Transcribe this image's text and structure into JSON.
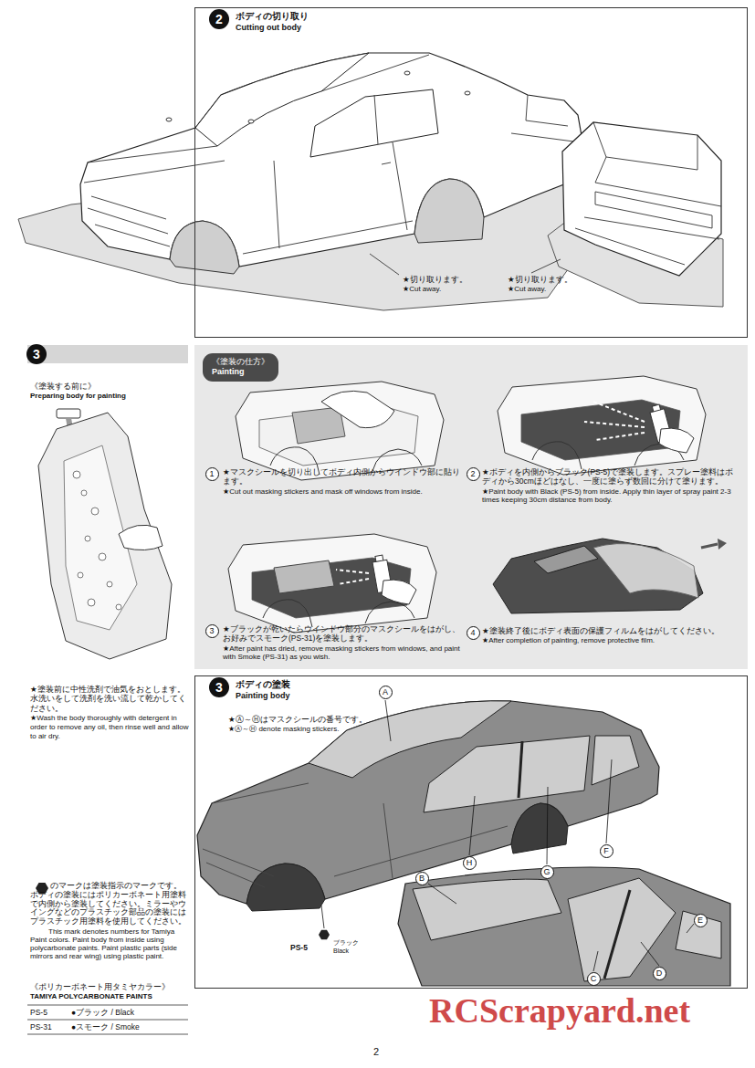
{
  "diagram": {
    "nodes": [
      {
        "text": [
          "ボディの切り取り",
          "Cutting out body"
        ]
      },
      {
        "text": [
          "2"
        ],
        "in": 0
      },
      {
        "text": [
          "3"
        ]
      },
      {
        "text": [
          "《塗装の仕方》",
          "Painting"
        ]
      },
      {
        "text": [
          "1"
        ]
      },
      {
        "text": [
          "2"
        ]
      },
      {
        "text": [
          "3"
        ]
      },
      {
        "text": [
          "4"
        ]
      },
      {
        "text": [
          "ボディの塗装",
          "Painting body"
        ]
      },
      {
        "text": [
          "3"
        ],
        "in": 8
      },
      {
        "text": [
          "A"
        ],
        "in": 8
      },
      {
        "text": [
          "H"
        ],
        "in": 8
      },
      {
        "text": [
          "G"
        ],
        "in": 8
      },
      {
        "text": [
          "F"
        ],
        "in": 8
      },
      {
        "text": [
          "B"
        ],
        "in": 8
      },
      {
        "text": [
          "C"
        ],
        "in": 8
      },
      {
        "text": [
          "D"
        ],
        "in": 8
      },
      {
        "text": [
          "E"
        ],
        "in": 8
      }
    ],
    "labels": [
      "★切り取ります。",
      "★Cut away.",
      "★切り取ります。",
      "★Cut away.",
      "《塗装する前に》",
      "Preparing body for painting",
      "★マスクシールを切り出してボディ内側からウインドウ部に貼ります。",
      "★Cut out masking stickers and mask off windows from inside.",
      "★ボディを内側からブラック(PS-5)で塗装します。スプレー塗料はボディから30cmほどはなし、一度に塗らず数回に分けて塗ります。",
      "★Paint body with Black (PS-5) from inside. Apply thin layer of spray paint 2-3 times keeping 30cm distance from body.",
      "★ブラックが乾いたらウインドウ部分のマスクシールをはがし、お好みでスモーク(PS-31)を塗装します。",
      "★After paint has dried, remove masking stickers from windows, and paint with Smoke (PS-31) as you wish.",
      "★塗装終了後にボディ表面の保護フィルムをはがしてください。",
      "★After completion of painting, remove protective film.",
      "★塗装前に中性洗剤で油気をおとします。水洗いをして洗剤を洗い流して乾かしてください。",
      "★Wash the body thoroughly with detergent in order to remove any oil, then rinse well and allow to air dry.",
      "★Ⓐ～Ⓗはマスクシールの番号です。",
      "★Ⓐ～Ⓗ denote masking stickers.",
      "PS-5",
      "ブラック",
      "Black",
      "のマークは塗装指示のマークです。ボディの塗装にはポリカーボネート用塗料で内側から塗装してください。ミラーやウイングなどのプラスチック部品の塗装にはプラスチック用塗料を使用してください。",
      "This mark denotes numbers for Tamiya Paint colors. Paint body from inside using polycarbonate paints. Paint plastic parts (side mirrors and rear wing) using plastic paint.",
      "《ポリカーボネート用タミヤカラー》",
      "TAMIYA POLYCARBONATE PAINTS",
      "PS-5",
      "●ブラック / Black",
      "PS-31",
      "●スモーク / Smoke",
      "2",
      "RCScrapyard.net"
    ]
  }
}
